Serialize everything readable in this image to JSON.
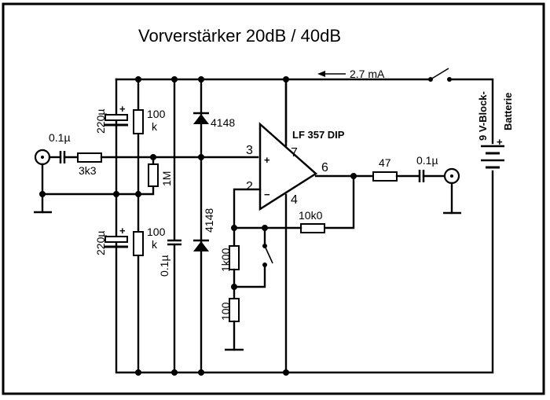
{
  "title": "Vorverstärker 20dB / 40dB",
  "current_label": "2.7 mA",
  "opamp": {
    "label": "LF 357 DIP",
    "pins": {
      "non_inverting": "3",
      "inverting": "2",
      "supply_pos": "7",
      "supply_neg": "4",
      "output": "6"
    },
    "plus_sign": "+",
    "minus_sign": "−"
  },
  "components": {
    "c_in": "0.1µ",
    "r_in": "3k3",
    "c_top": "220µ",
    "r_top_1": "100",
    "r_top_2": "k",
    "r_bias": "1M",
    "d_top": "4148",
    "c_bot": "220µ",
    "r_bot_1": "100",
    "r_bot_2": "k",
    "c_decouple": "0.1µ",
    "d_bot": "4148",
    "r_fb1": "1k00",
    "r_fb2": "100",
    "r_feedback": "10k0",
    "r_out": "47",
    "c_out": "0.1µ"
  },
  "battery": {
    "line1": "9 V-Block-",
    "line2": "Batterie",
    "plus": "+"
  }
}
